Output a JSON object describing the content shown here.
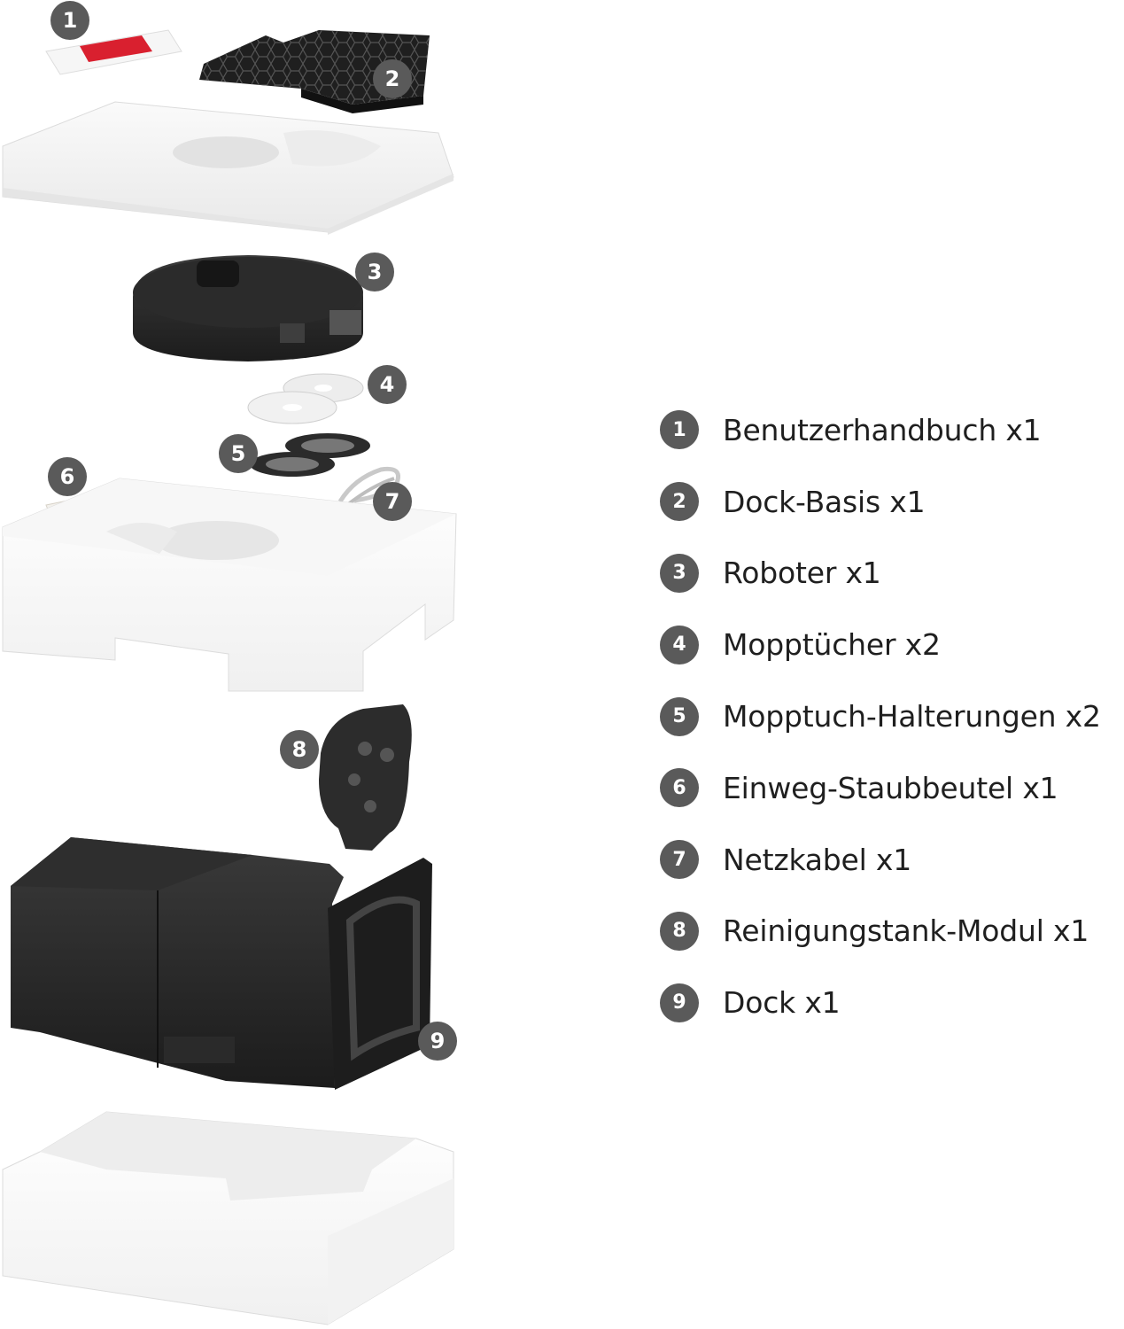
{
  "markers": [
    "1",
    "2",
    "3",
    "4",
    "5",
    "6",
    "7",
    "8",
    "9"
  ],
  "legend": [
    {
      "number": "1",
      "label": "Benutzerhandbuch x1"
    },
    {
      "number": "2",
      "label": "Dock-Basis x1"
    },
    {
      "number": "3",
      "label": "Roboter x1"
    },
    {
      "number": "4",
      "label": "Mopptücher x2"
    },
    {
      "number": "5",
      "label": "Mopptuch-Halterungen x2"
    },
    {
      "number": "6",
      "label": "Einweg-Staubbeutel x1"
    },
    {
      "number": "7",
      "label": "Netzkabel x1"
    },
    {
      "number": "8",
      "label": "Reinigungstank-Modul x1"
    },
    {
      "number": "9",
      "label": "Dock x1"
    }
  ],
  "colors": {
    "marker": "#5a5a5a",
    "text": "#1f1f1f",
    "product": "#2a2a2a",
    "foam": "#f4f4f4",
    "manual_accent": "#d9202f"
  }
}
